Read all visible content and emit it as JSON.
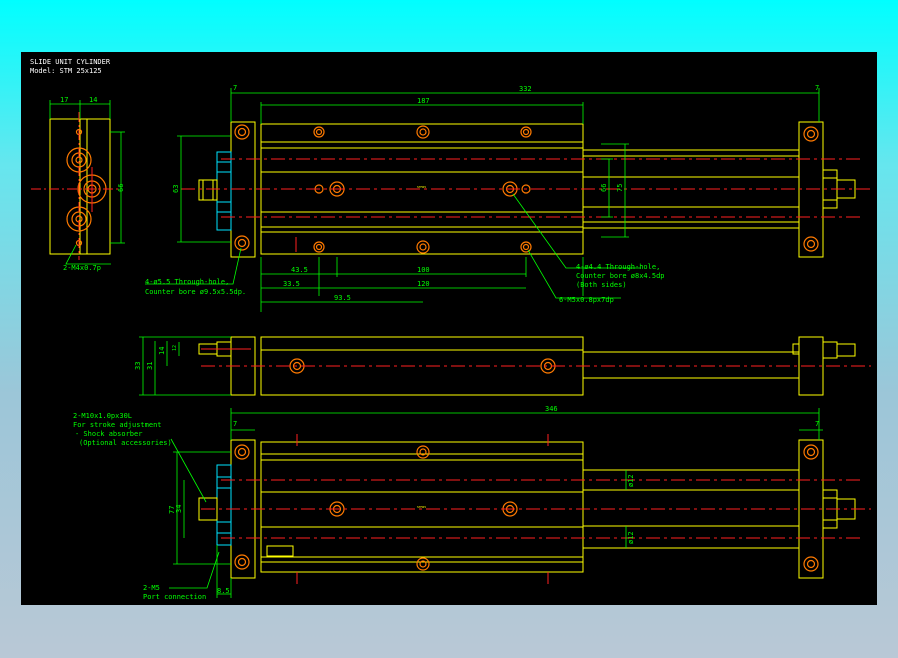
{
  "title": {
    "line1": "SLIDE UNIT CYLINDER",
    "line2": "Model: STM 25x125"
  },
  "dims": {
    "d17": "17",
    "d14": "14",
    "d66_left": "66",
    "d7": "7",
    "d187": "187",
    "d332": "332",
    "d7_right": "7",
    "d63": "63",
    "d66": "66",
    "d75": "75",
    "d43_5": "43.5",
    "d100": "100",
    "d33_5": "33.5",
    "d120": "120",
    "d93_5": "93.5",
    "d33": "33",
    "d31": "31",
    "d14b": "14",
    "d12": "12",
    "d346": "346",
    "d7b": "7",
    "d7c": "7",
    "d77": "77",
    "d34": "34",
    "d8_5": "8.5",
    "phi12a": "ø12",
    "phi12b": "ø12"
  },
  "notes": {
    "m4": "2-M4x0.7p",
    "thru55_1": "4-ø5.5 Through-hole,",
    "thru55_2": "Counter bore ø9.5x5.5dp.",
    "thru44_1": "4-ø4.4 Through-hole,",
    "thru44_2": "Counter bore ø8x4.5dp",
    "thru44_3": "(Both sides)",
    "m5_7dp": "6-M5x0.8px7dp",
    "m10_1": "2-M10x1.0px30L",
    "m10_2": "For stroke adjustment",
    "m10_3": "- Shock absorber",
    "m10_4": "(Optional accessories)",
    "m5_1": "2-M5",
    "m5_2": "Port connection"
  },
  "colors": {
    "sheet": "#000000",
    "outline": "#ffff00",
    "dimension": "#00ff00",
    "centerline": "#ff2020",
    "hole": "#ff7a00",
    "fitting": "#00e5ff"
  }
}
